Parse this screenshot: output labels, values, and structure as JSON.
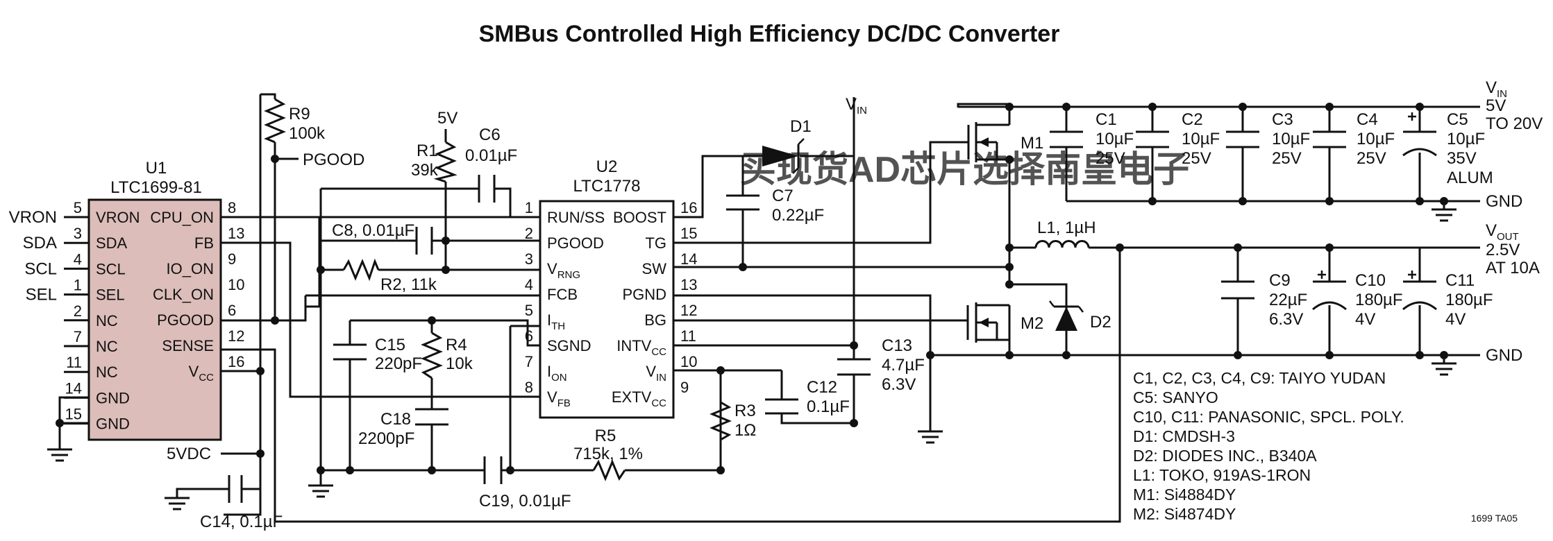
{
  "title": "SMBus Controlled High Efficiency DC/DC Converter",
  "colors": {
    "wire": "#111111",
    "u1_fill": "#dcbdb9",
    "watermark": "#e8403a"
  },
  "watermark": "买现货AD芯片选择南皇电子",
  "fig_code": "1699 TA05",
  "u1": {
    "ref": "U1",
    "part": "LTC1699-81",
    "left_pins": [
      {
        "num": "5",
        "name": "VRON",
        "net": "VRON"
      },
      {
        "num": "3",
        "name": "SDA",
        "net": "SDA"
      },
      {
        "num": "4",
        "name": "SCL",
        "net": "SCL"
      },
      {
        "num": "1",
        "name": "SEL",
        "net": "SEL"
      },
      {
        "num": "2",
        "name": "NC"
      },
      {
        "num": "7",
        "name": "NC"
      },
      {
        "num": "11",
        "name": "NC"
      },
      {
        "num": "14",
        "name": "GND"
      },
      {
        "num": "15",
        "name": "GND"
      }
    ],
    "right_pins": [
      {
        "num": "8",
        "name": "CPU_ON"
      },
      {
        "num": "13",
        "name": "FB"
      },
      {
        "num": "9",
        "name": "IO_ON"
      },
      {
        "num": "10",
        "name": "CLK_ON"
      },
      {
        "num": "6",
        "name": "PGOOD"
      },
      {
        "num": "12",
        "name": "SENSE"
      },
      {
        "num": "16",
        "name": "V",
        "sub": "CC"
      }
    ]
  },
  "u2": {
    "ref": "U2",
    "part": "LTC1778",
    "left_pins": [
      {
        "num": "1",
        "name": "RUN/SS"
      },
      {
        "num": "2",
        "name": "PGOOD"
      },
      {
        "num": "3",
        "name": "V",
        "sub": "RNG"
      },
      {
        "num": "4",
        "name": "FCB"
      },
      {
        "num": "5",
        "name": "I",
        "sub": "TH"
      },
      {
        "num": "6",
        "name": "SGND"
      },
      {
        "num": "7",
        "name": "I",
        "sub": "ON"
      },
      {
        "num": "8",
        "name": "V",
        "sub": "FB"
      }
    ],
    "right_pins": [
      {
        "num": "16",
        "name": "BOOST"
      },
      {
        "num": "15",
        "name": "TG"
      },
      {
        "num": "14",
        "name": "SW"
      },
      {
        "num": "13",
        "name": "PGND"
      },
      {
        "num": "12",
        "name": "BG"
      },
      {
        "num": "11",
        "name": "INTV",
        "sub": "CC"
      },
      {
        "num": "10",
        "name": "V",
        "sub": "IN"
      },
      {
        "num": "9",
        "name": "EXTV",
        "sub": "CC"
      }
    ]
  },
  "components": {
    "R9": {
      "ref": "R9",
      "value": "100k"
    },
    "R1": {
      "ref": "R1",
      "value": "39k"
    },
    "R2": {
      "label": "R2, 11k"
    },
    "R3": {
      "ref": "R3",
      "value": "1Ω"
    },
    "R4": {
      "ref": "R4",
      "value": "10k"
    },
    "R5": {
      "ref": "R5",
      "value": "715k, 1%"
    },
    "C6": {
      "ref": "C6",
      "value": "0.01µF"
    },
    "C7": {
      "ref": "C7",
      "value": "0.22µF"
    },
    "C8": {
      "label": "C8, 0.01µF"
    },
    "C12": {
      "ref": "C12",
      "value": "0.1µF"
    },
    "C13": {
      "ref": "C13",
      "value": "4.7µF",
      "voltage": "6.3V"
    },
    "C14": {
      "label": "C14, 0.1µF"
    },
    "C15": {
      "ref": "C15",
      "value": "220pF"
    },
    "C18": {
      "ref": "C18",
      "value": "2200pF"
    },
    "C19": {
      "label": "C19, 0.01µF"
    },
    "C1": {
      "ref": "C1",
      "value": "10µF",
      "voltage": "25V"
    },
    "C2": {
      "ref": "C2",
      "value": "10µF",
      "voltage": "25V"
    },
    "C3": {
      "ref": "C3",
      "value": "10µF",
      "voltage": "25V"
    },
    "C4": {
      "ref": "C4",
      "value": "10µF",
      "voltage": "25V"
    },
    "C5": {
      "ref": "C5",
      "value": "10µF",
      "voltage": "35V",
      "type": "ALUM"
    },
    "C9": {
      "ref": "C9",
      "value": "22µF",
      "voltage": "6.3V"
    },
    "C10": {
      "ref": "C10",
      "value": "180µF",
      "voltage": "4V"
    },
    "C11": {
      "ref": "C11",
      "value": "180µF",
      "voltage": "4V"
    },
    "D1": {
      "ref": "D1"
    },
    "D2": {
      "ref": "D2"
    },
    "L1": {
      "label": "L1, 1µH"
    },
    "M1": {
      "ref": "M1"
    },
    "M2": {
      "ref": "M2"
    }
  },
  "nets": {
    "pgood": "PGOOD",
    "five_v": "5V",
    "five_vdc": "5VDC",
    "vin_main": "V",
    "vin_sub": "IN",
    "vin_range": "5V",
    "vin_range2": "TO 20V",
    "vout": "V",
    "vout_sub": "OUT",
    "vout_value": "2.5V",
    "vout_current": "AT 10A",
    "gnd_top": "GND",
    "gnd_bottom": "GND"
  },
  "bom_notes": [
    "C1, C2, C3, C4, C9: TAIYO YUDAN",
    "C5: SANYO",
    "C10, C11: PANASONIC, SPCL. POLY.",
    "D1: CMDSH-3",
    "D2: DIODES INC., B340A",
    "L1: TOKO, 919AS-1RON",
    "M1: Si4884DY",
    "M2: Si4874DY"
  ]
}
